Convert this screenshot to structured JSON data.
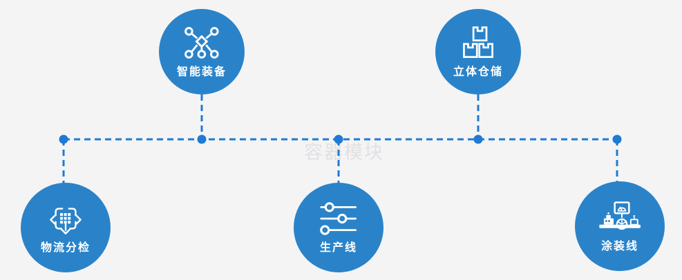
{
  "diagram": {
    "watermark": "容器模块",
    "colors": {
      "background": "#f4f4f5",
      "node_fill": "#2a83c9",
      "connector_blue": "#1e7ad3",
      "label_text": "#ffffff",
      "watermark_text": "#e1e1e3"
    },
    "nodes": [
      {
        "label": "智能装备",
        "icon": "network-nodes-icon",
        "position": "top-left"
      },
      {
        "label": "立体仓储",
        "icon": "stacked-boxes-icon",
        "position": "top-right"
      },
      {
        "label": "物流分检",
        "icon": "sorting-arrows-icon",
        "position": "bottom-left"
      },
      {
        "label": "生产线",
        "icon": "sliders-icon",
        "position": "bottom-center"
      },
      {
        "label": "涂装线",
        "icon": "machine-station-icon",
        "position": "bottom-right"
      }
    ]
  }
}
